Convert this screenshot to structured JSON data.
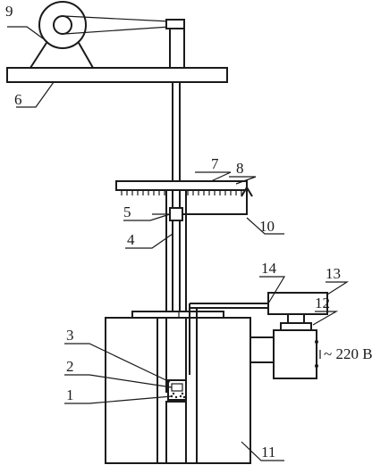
{
  "labels": {
    "l1": "1",
    "l2": "2",
    "l3": "3",
    "l4": "4",
    "l5": "5",
    "l6": "6",
    "l7": "7",
    "l8": "8",
    "l9": "9",
    "l10": "10",
    "l11": "11",
    "l12": "12",
    "l13": "13",
    "l14": "14"
  },
  "supply": {
    "voltage": "~ 220 B"
  }
}
